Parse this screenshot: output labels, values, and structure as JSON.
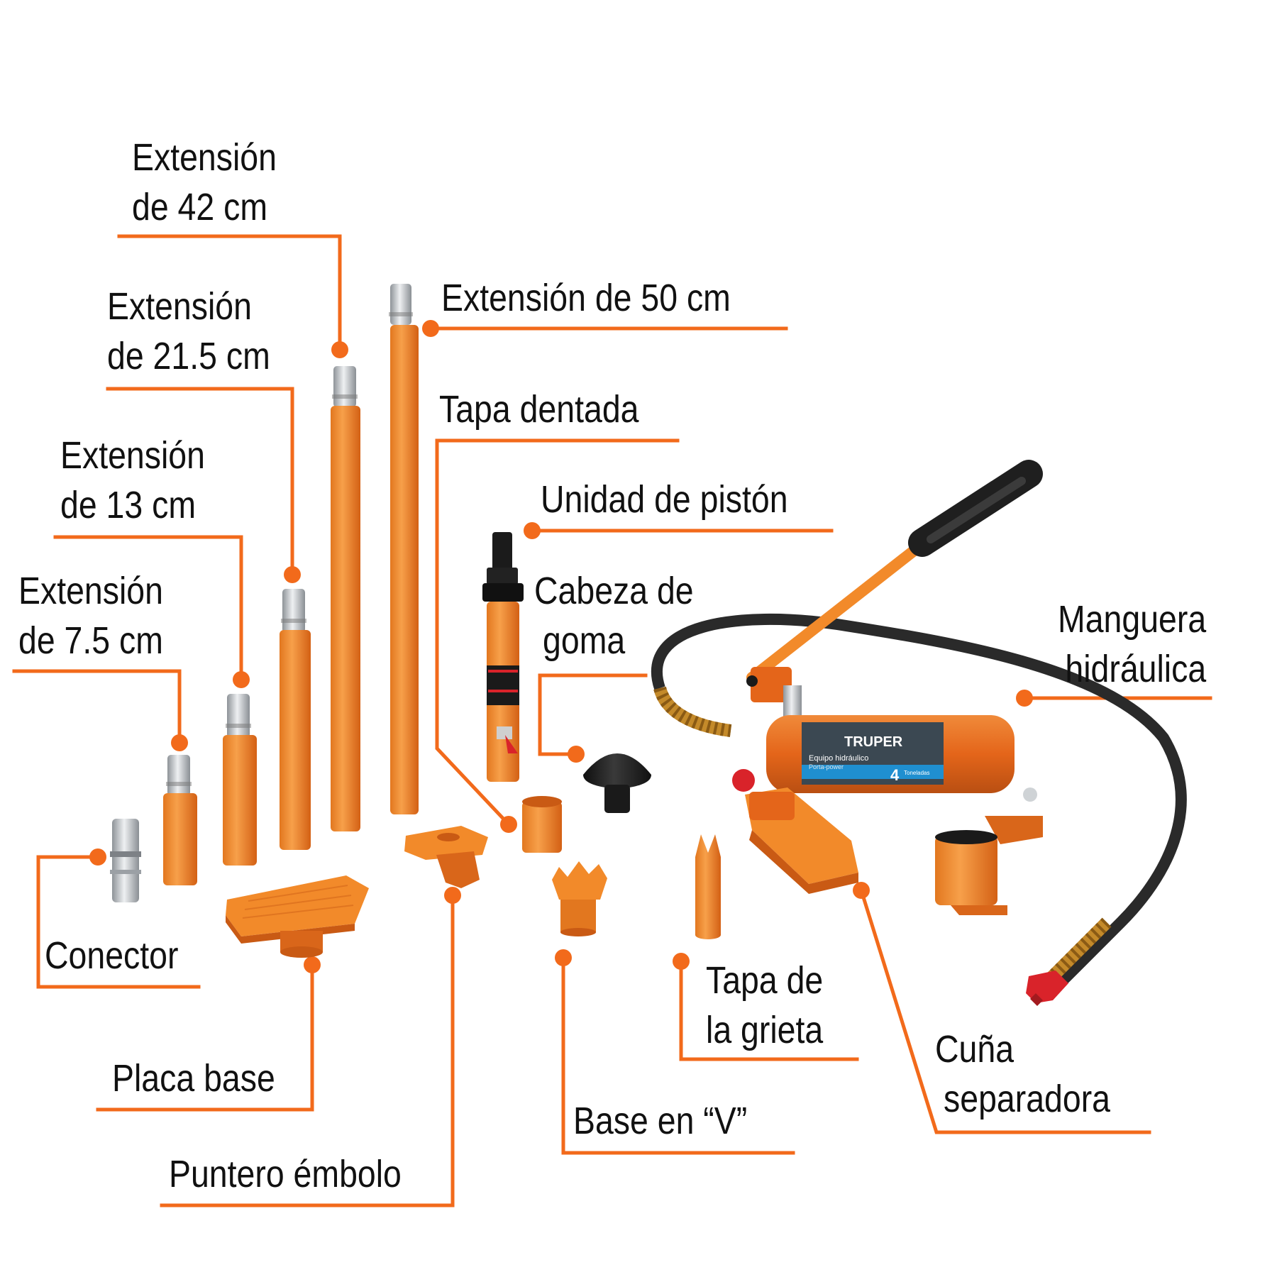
{
  "colors": {
    "accent": "#f26a1b",
    "orange_part": "#f28a2a",
    "orange_dark": "#d9661a",
    "pump_red": "#e46a17",
    "steel": "#c9cdd1",
    "rubber": "#1f1f1f",
    "hose": "#2a2a2a",
    "brass": "#c48a2a",
    "coupler": "#d9232a",
    "text": "#111111",
    "background": "#ffffff"
  },
  "labels": {
    "ext42": [
      "Extensión",
      "de 42 cm"
    ],
    "ext50": [
      "Extensión de 50 cm"
    ],
    "ext215": [
      "Extensión",
      "de 21.5 cm"
    ],
    "tapa_dentada": [
      "Tapa dentada"
    ],
    "ext13": [
      "Extensión",
      "de 13 cm"
    ],
    "unidad_piston": [
      "Unidad de pistón"
    ],
    "ext75": [
      "Extensión",
      "de 7.5 cm"
    ],
    "cabeza_goma": [
      "Cabeza de",
      "goma"
    ],
    "manguera": [
      "Manguera",
      "hidráulica"
    ],
    "conector": [
      "Conector"
    ],
    "placa_base": [
      "Placa base"
    ],
    "puntero": [
      "Puntero émbolo"
    ],
    "base_v": [
      "Base en “V”"
    ],
    "tapa_grieta": [
      "Tapa de",
      "la grieta"
    ],
    "cuna": [
      "Cuña",
      "separadora"
    ]
  },
  "pump_decal": {
    "brand": "TRUPER",
    "product": "Equipo hidráulico",
    "subtitle": "Porta-power",
    "capacity": "4",
    "capacity_unit": "Toneladas"
  }
}
